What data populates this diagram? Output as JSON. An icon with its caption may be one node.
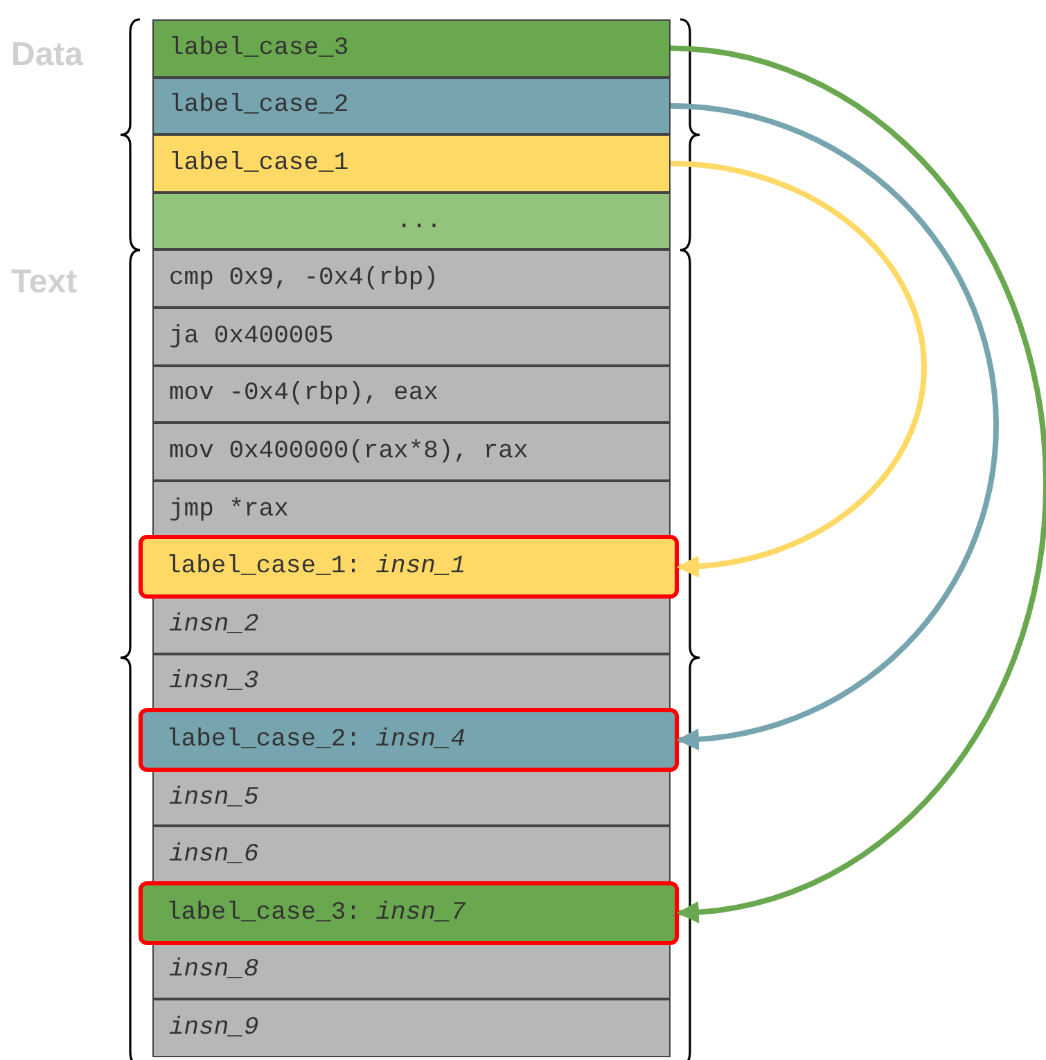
{
  "diagram": {
    "nodes": [
      {
        "text": [
          "label_case_3"
        ]
      },
      {
        "text": [
          "label_case_2"
        ]
      },
      {
        "text": [
          "label_case_1"
        ]
      },
      {
        "text": [
          "..."
        ]
      },
      {
        "text": [
          "cmp 0x9, -0x4(rbp)"
        ]
      },
      {
        "text": [
          "ja 0x400005"
        ]
      },
      {
        "text": [
          "mov -0x4(rbp), eax"
        ]
      },
      {
        "text": [
          "mov 0x400000(rax*8), rax"
        ]
      },
      {
        "text": [
          "jmp *rax"
        ]
      },
      {
        "text": [
          "label_case_1: *insn_1*"
        ]
      },
      {
        "text": [
          "insn_2"
        ]
      },
      {
        "text": [
          "insn_3"
        ]
      },
      {
        "text": [
          "label_case_2: *insn_4*"
        ]
      },
      {
        "text": [
          "insn_5"
        ]
      },
      {
        "text": [
          "insn_6"
        ]
      },
      {
        "text": [
          "label_case_3: *insn_7*"
        ]
      },
      {
        "text": [
          "insn_8"
        ]
      },
      {
        "text": [
          "insn_9"
        ]
      }
    ],
    "edges": [
      {
        "from": 0,
        "to": 15,
        "arrow": "to",
        "color": "#6aa84f"
      },
      {
        "from": 1,
        "to": 12,
        "arrow": "to",
        "color": "#76a5af"
      },
      {
        "from": 2,
        "to": 9,
        "arrow": "to",
        "color": "#ffd966"
      }
    ],
    "labels": [
      "Data",
      "Text"
    ]
  }
}
